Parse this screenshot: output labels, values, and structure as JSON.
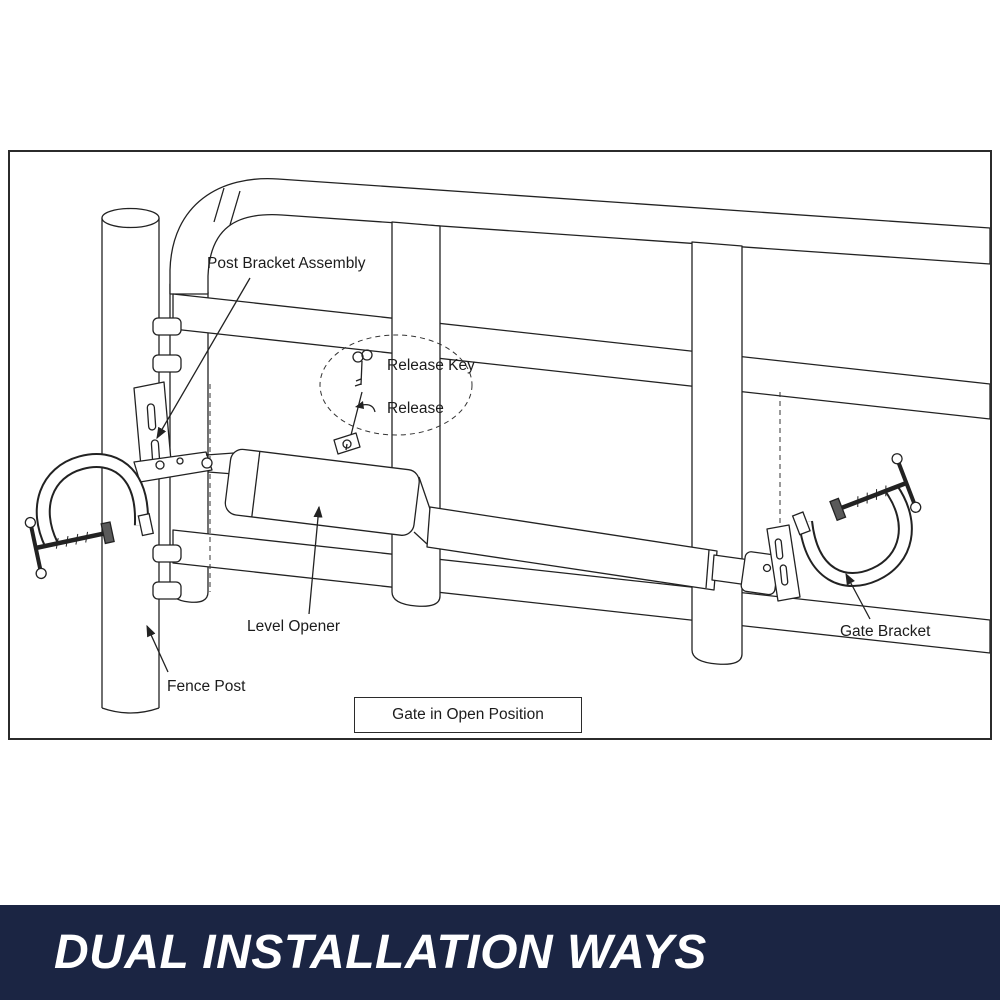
{
  "diagram": {
    "labels": {
      "post_bracket_assembly": "Post Bracket Assembly",
      "release_key": "Release Key",
      "release": "Release",
      "level_opener": "Level Opener",
      "fence_post": "Fence Post",
      "gate_bracket": "Gate Bracket",
      "caption": "Gate in Open Position"
    },
    "style": {
      "line_color": "#222222",
      "frame_border_color": "#2b2b2b",
      "background_color": "#ffffff"
    },
    "icons": [
      "release-key-icon",
      "release-arrow-icon"
    ]
  },
  "banner": {
    "title": "DUAL INSTALLATION WAYS",
    "background_color": "#1b2543",
    "text_color": "#ffffff"
  }
}
